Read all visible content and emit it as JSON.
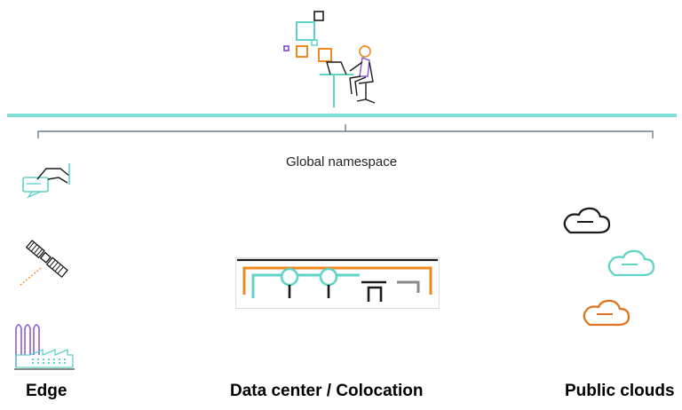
{
  "namespace": {
    "label": "Global namespace"
  },
  "sections": {
    "edge": "Edge",
    "datacenter": "Data center / Colocation",
    "clouds": "Public clouds"
  },
  "colors": {
    "teal": "#5fd3c6",
    "orange": "#ef8a1f",
    "purple": "#8c5bd6",
    "black": "#1a1a1a",
    "gray": "#8a8a8a",
    "bracket": "#6a7f8f"
  },
  "icons": {
    "user": "person-at-desk-icon",
    "hand": "hand-card-icon",
    "satellite": "satellite-icon",
    "factory": "factory-icon",
    "datacenter": "datacenter-icon",
    "cloud": "cloud-icon"
  }
}
